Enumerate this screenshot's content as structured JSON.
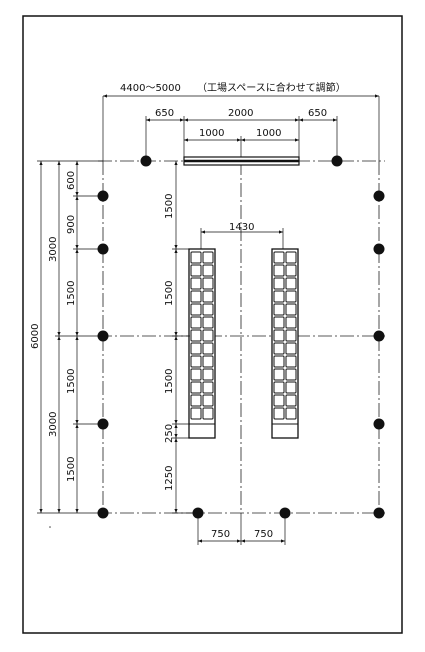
{
  "header": {
    "overall_width": "4400～5000",
    "overall_note": "（工場スペースに合わせて調節）"
  },
  "top_dims": {
    "left_gap": "650",
    "center_span": "2000",
    "right_gap": "650",
    "half_left": "1000",
    "half_right": "1000"
  },
  "left_dims": {
    "total": "6000",
    "upper_half": "3000",
    "lower_half": "3000",
    "seg_600": "600",
    "seg_900": "900",
    "seg_1500_a": "1500",
    "seg_1500_b": "1500",
    "seg_1500_c": "1500"
  },
  "inner_dims": {
    "v_1500_a": "1500",
    "v_1500_b": "1500",
    "v_1500_c": "1500",
    "v_250": "250",
    "v_1250": "1250",
    "rack_spacing": "1430"
  },
  "bottom_dims": {
    "left": "750",
    "right": "750"
  }
}
